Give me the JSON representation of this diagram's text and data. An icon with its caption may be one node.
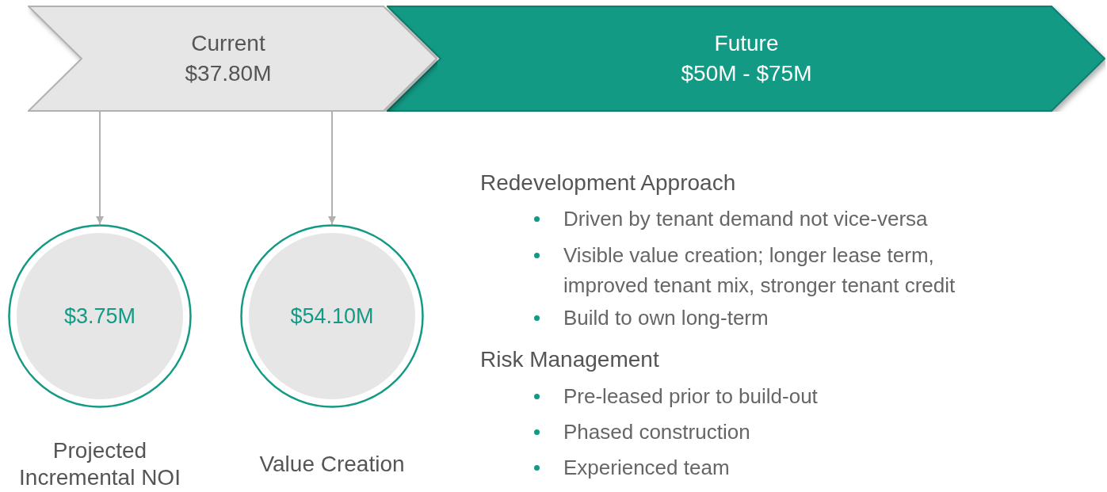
{
  "diagram": {
    "nodes": [
      {
        "text": [
          "Current",
          "$37.80M"
        ]
      },
      {
        "text": [
          "Future",
          "$50M - $75M"
        ]
      },
      {
        "text": [
          "$3.75M"
        ],
        "beside": [
          "Projected Incremental NOI"
        ]
      },
      {
        "text": [
          "$54.10M"
        ],
        "beside": [
          "Value Creation"
        ]
      }
    ],
    "edges": [
      {
        "from": 0,
        "to": 2,
        "arrow": "to"
      },
      {
        "from": 0,
        "to": 3,
        "arrow": "to"
      }
    ],
    "labels": [
      "Redevelopment Approach",
      "Driven by tenant demand not vice-versa",
      "Visible value creation; longer lease term, improved tenant mix, stronger tenant credit",
      "Build to own long-term",
      "Risk Management",
      "Pre-leased prior to build-out",
      "Phased construction",
      "Experienced team"
    ]
  }
}
